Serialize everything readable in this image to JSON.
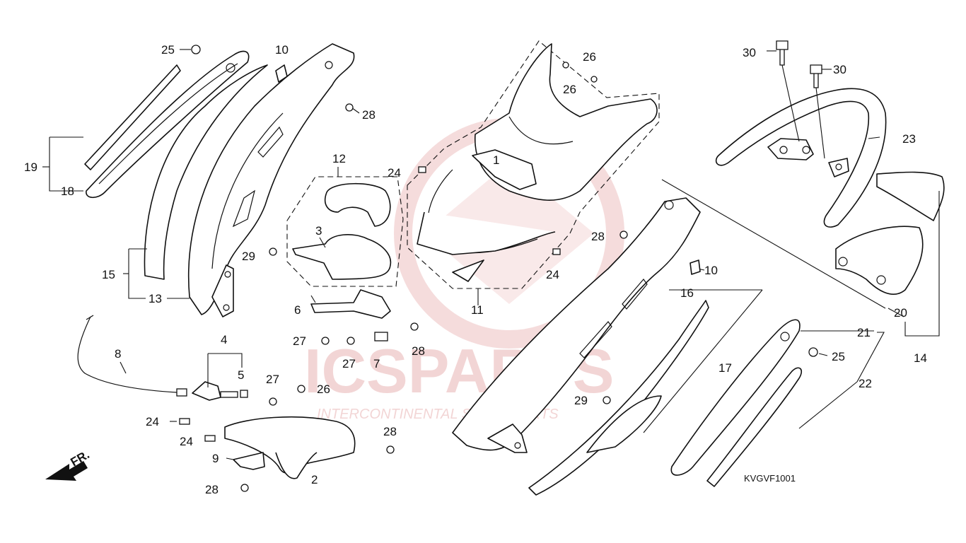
{
  "diagram_code": "KVGVF1001",
  "direction_label": "FR.",
  "watermark": {
    "brand": "ICSPARTS",
    "tagline": "INTERCONTINENTAL SPARE PARTS"
  },
  "callouts": {
    "c1": "1",
    "c2": "2",
    "c3": "3",
    "c4": "4",
    "c5": "5",
    "c6": "6",
    "c7": "7",
    "c8": "8",
    "c9": "9",
    "c10a": "10",
    "c10b": "10",
    "c11": "11",
    "c12": "12",
    "c13": "13",
    "c14": "14",
    "c15": "15",
    "c16": "16",
    "c17": "17",
    "c18": "18",
    "c19": "19",
    "c20": "20",
    "c21": "21",
    "c22": "22",
    "c23": "23",
    "c24a": "24",
    "c24b": "24",
    "c24c": "24",
    "c24d": "24",
    "c25a": "25",
    "c25b": "25",
    "c26a": "26",
    "c26b": "26",
    "c26c": "26",
    "c27a": "27",
    "c27b": "27",
    "c27c": "27",
    "c28a": "28",
    "c28b": "28",
    "c28c": "28",
    "c28d": "28",
    "c28e": "28",
    "c29a": "29",
    "c29b": "29",
    "c30a": "30",
    "c30b": "30"
  },
  "colors": {
    "line": "#111111",
    "watermark": "#e9b3b3"
  }
}
